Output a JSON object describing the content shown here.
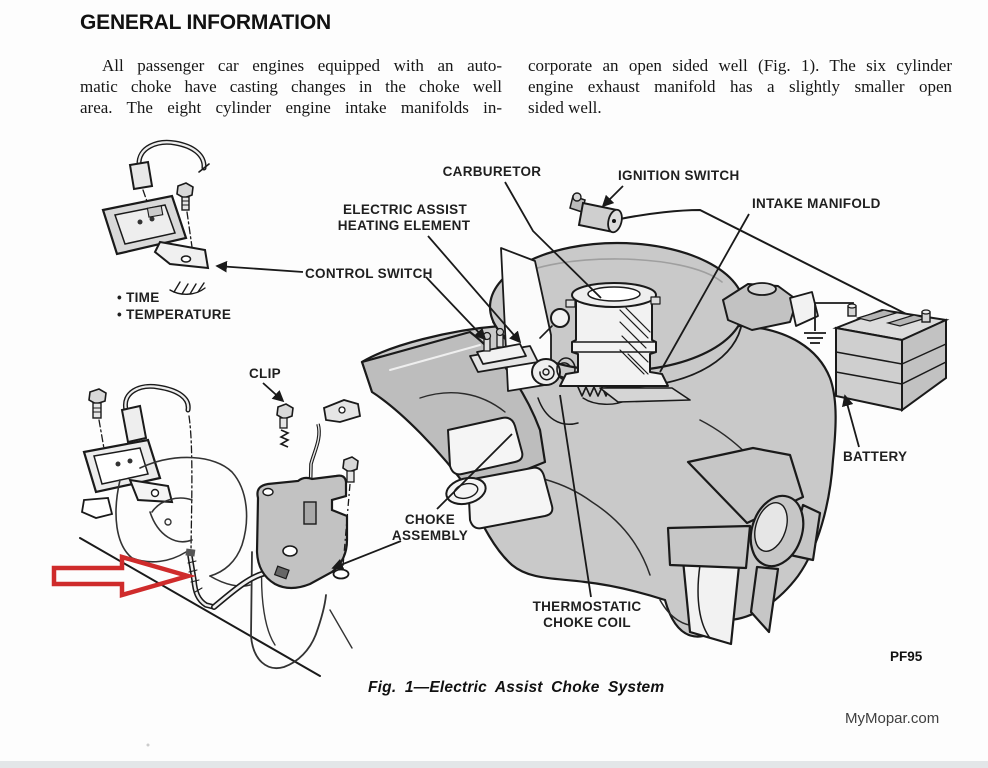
{
  "page": {
    "title": "GENERAL INFORMATION",
    "watermark": "MyMopar.com"
  },
  "article": {
    "left_column_lines": [
      "All passenger car engines equipped with an auto-",
      "matic choke have casting changes in the choke well",
      "area. The eight cylinder engine intake manifolds in-"
    ],
    "right_column_lines": [
      "corporate an open sided well (Fig. 1). The six cylinder",
      "engine exhaust manifold has a slightly smaller open",
      "sided well."
    ]
  },
  "figure": {
    "caption": "Fig. 1—Electric Assist Choke System",
    "code": "PF95",
    "annotation_color": "#cf2b2b",
    "labels": {
      "carburetor": "CARBURETOR",
      "ignition_switch": "IGNITION SWITCH",
      "electric_assist_line1": "ELECTRIC ASSIST",
      "electric_assist_line2": "HEATING ELEMENT",
      "intake_manifold": "INTAKE MANIFOLD",
      "control_switch": "CONTROL SWITCH",
      "bullet_time": "• TIME",
      "bullet_temperature": "• TEMPERATURE",
      "clip": "CLIP",
      "choke_assembly_line1": "CHOKE",
      "choke_assembly_line2": "ASSEMBLY",
      "thermostatic_line1": "THERMOSTATIC",
      "thermostatic_line2": "CHOKE COIL",
      "battery": "BATTERY"
    }
  }
}
